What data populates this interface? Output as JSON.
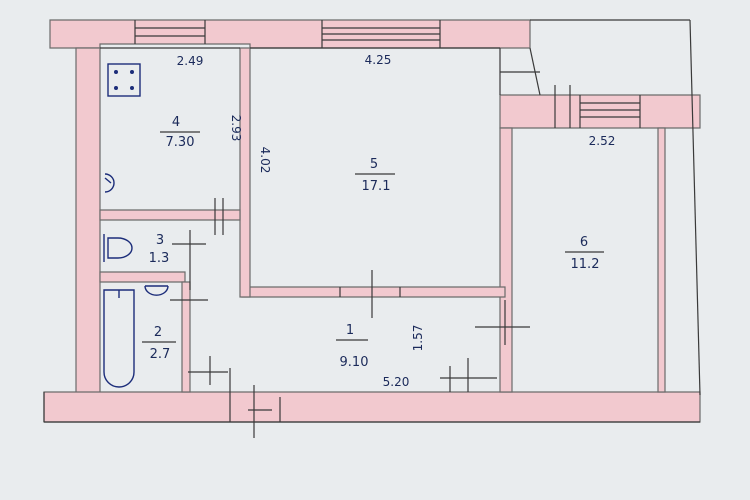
{
  "rooms": [
    {
      "number": "1",
      "area": "9.10"
    },
    {
      "number": "2",
      "area": "2.7"
    },
    {
      "number": "3",
      "area": "1.3"
    },
    {
      "number": "4",
      "area": "7.30"
    },
    {
      "number": "5",
      "area": "17.1"
    },
    {
      "number": "6",
      "area": "11.2"
    }
  ],
  "dimensions": {
    "kitchen_width": "2.49",
    "kitchen_depth": "2.93",
    "living_width": "4.25",
    "living_depth": "4.02",
    "bedroom_width": "2.52",
    "hall_length": "5.20",
    "hall_depth": "1.57"
  },
  "colors": {
    "paper": "#e9ecee",
    "wall_fill": "#f2c9cf",
    "ink": "#1b2a5a",
    "line": "#3a3a3a"
  }
}
